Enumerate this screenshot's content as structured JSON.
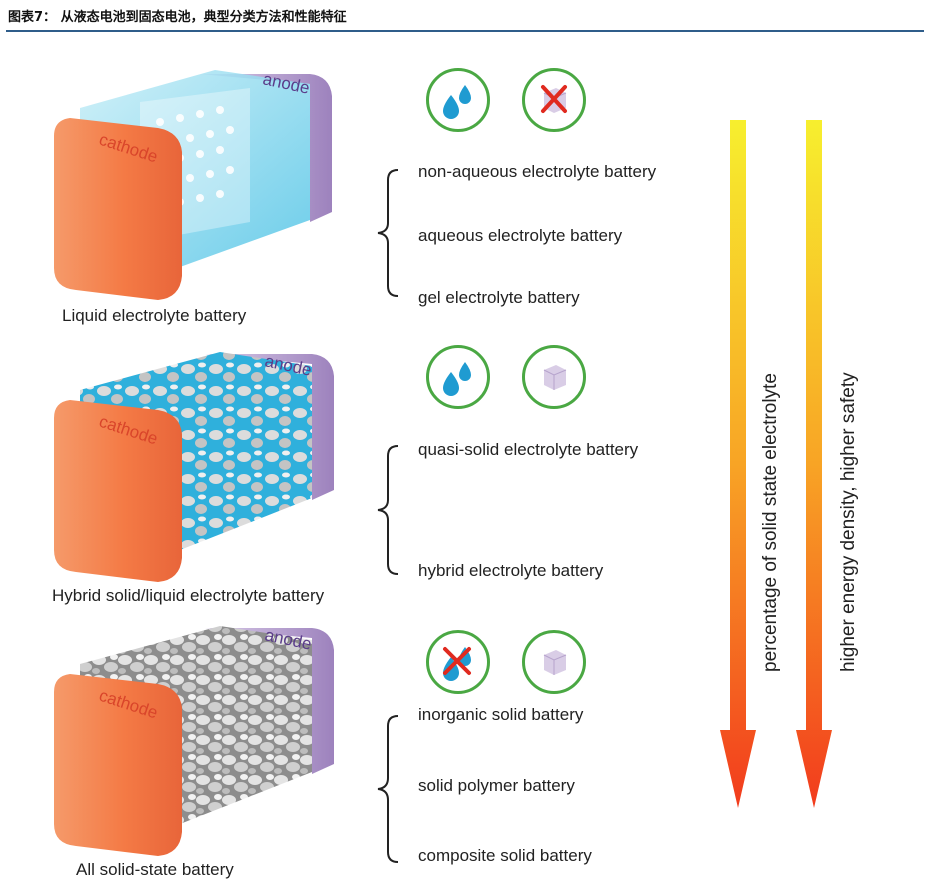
{
  "header": {
    "title": "图表7：  从液态电池到固态电池，典型分类方法和性能特征"
  },
  "batteries": [
    {
      "caption": "Liquid electrolyte battery",
      "cathode": "cathode",
      "anode": "anode",
      "icons": [
        "liquid-drops-icon",
        "no-solid-icon"
      ],
      "types": [
        "non-aqueous electrolyte battery",
        "aqueous electrolyte battery",
        "gel electrolyte battery"
      ]
    },
    {
      "caption": "Hybrid solid/liquid electrolyte battery",
      "cathode": "cathode",
      "anode": "anode",
      "icons": [
        "liquid-drops-icon",
        "solid-cube-icon"
      ],
      "types": [
        "quasi-solid electrolyte battery",
        "hybrid electrolyte battery"
      ]
    },
    {
      "caption": "All solid-state battery",
      "cathode": "cathode",
      "anode": "anode",
      "icons": [
        "no-liquid-icon",
        "solid-cube-icon"
      ],
      "types": [
        "inorganic solid battery",
        "solid polymer battery",
        "composite solid battery"
      ]
    }
  ],
  "arrows": [
    {
      "label": "percentage of solid state electrolyte"
    },
    {
      "label": "higher energy density, higher safety"
    }
  ],
  "colors": {
    "cathode": "#f47a45",
    "anode": "#a98fc4",
    "liquid": "#3bb8e0",
    "icon_ring": "#4aa843",
    "arrow_top": "#f7ef2e",
    "arrow_bottom": "#f23b1d",
    "header_rule": "#2f5d8a"
  }
}
